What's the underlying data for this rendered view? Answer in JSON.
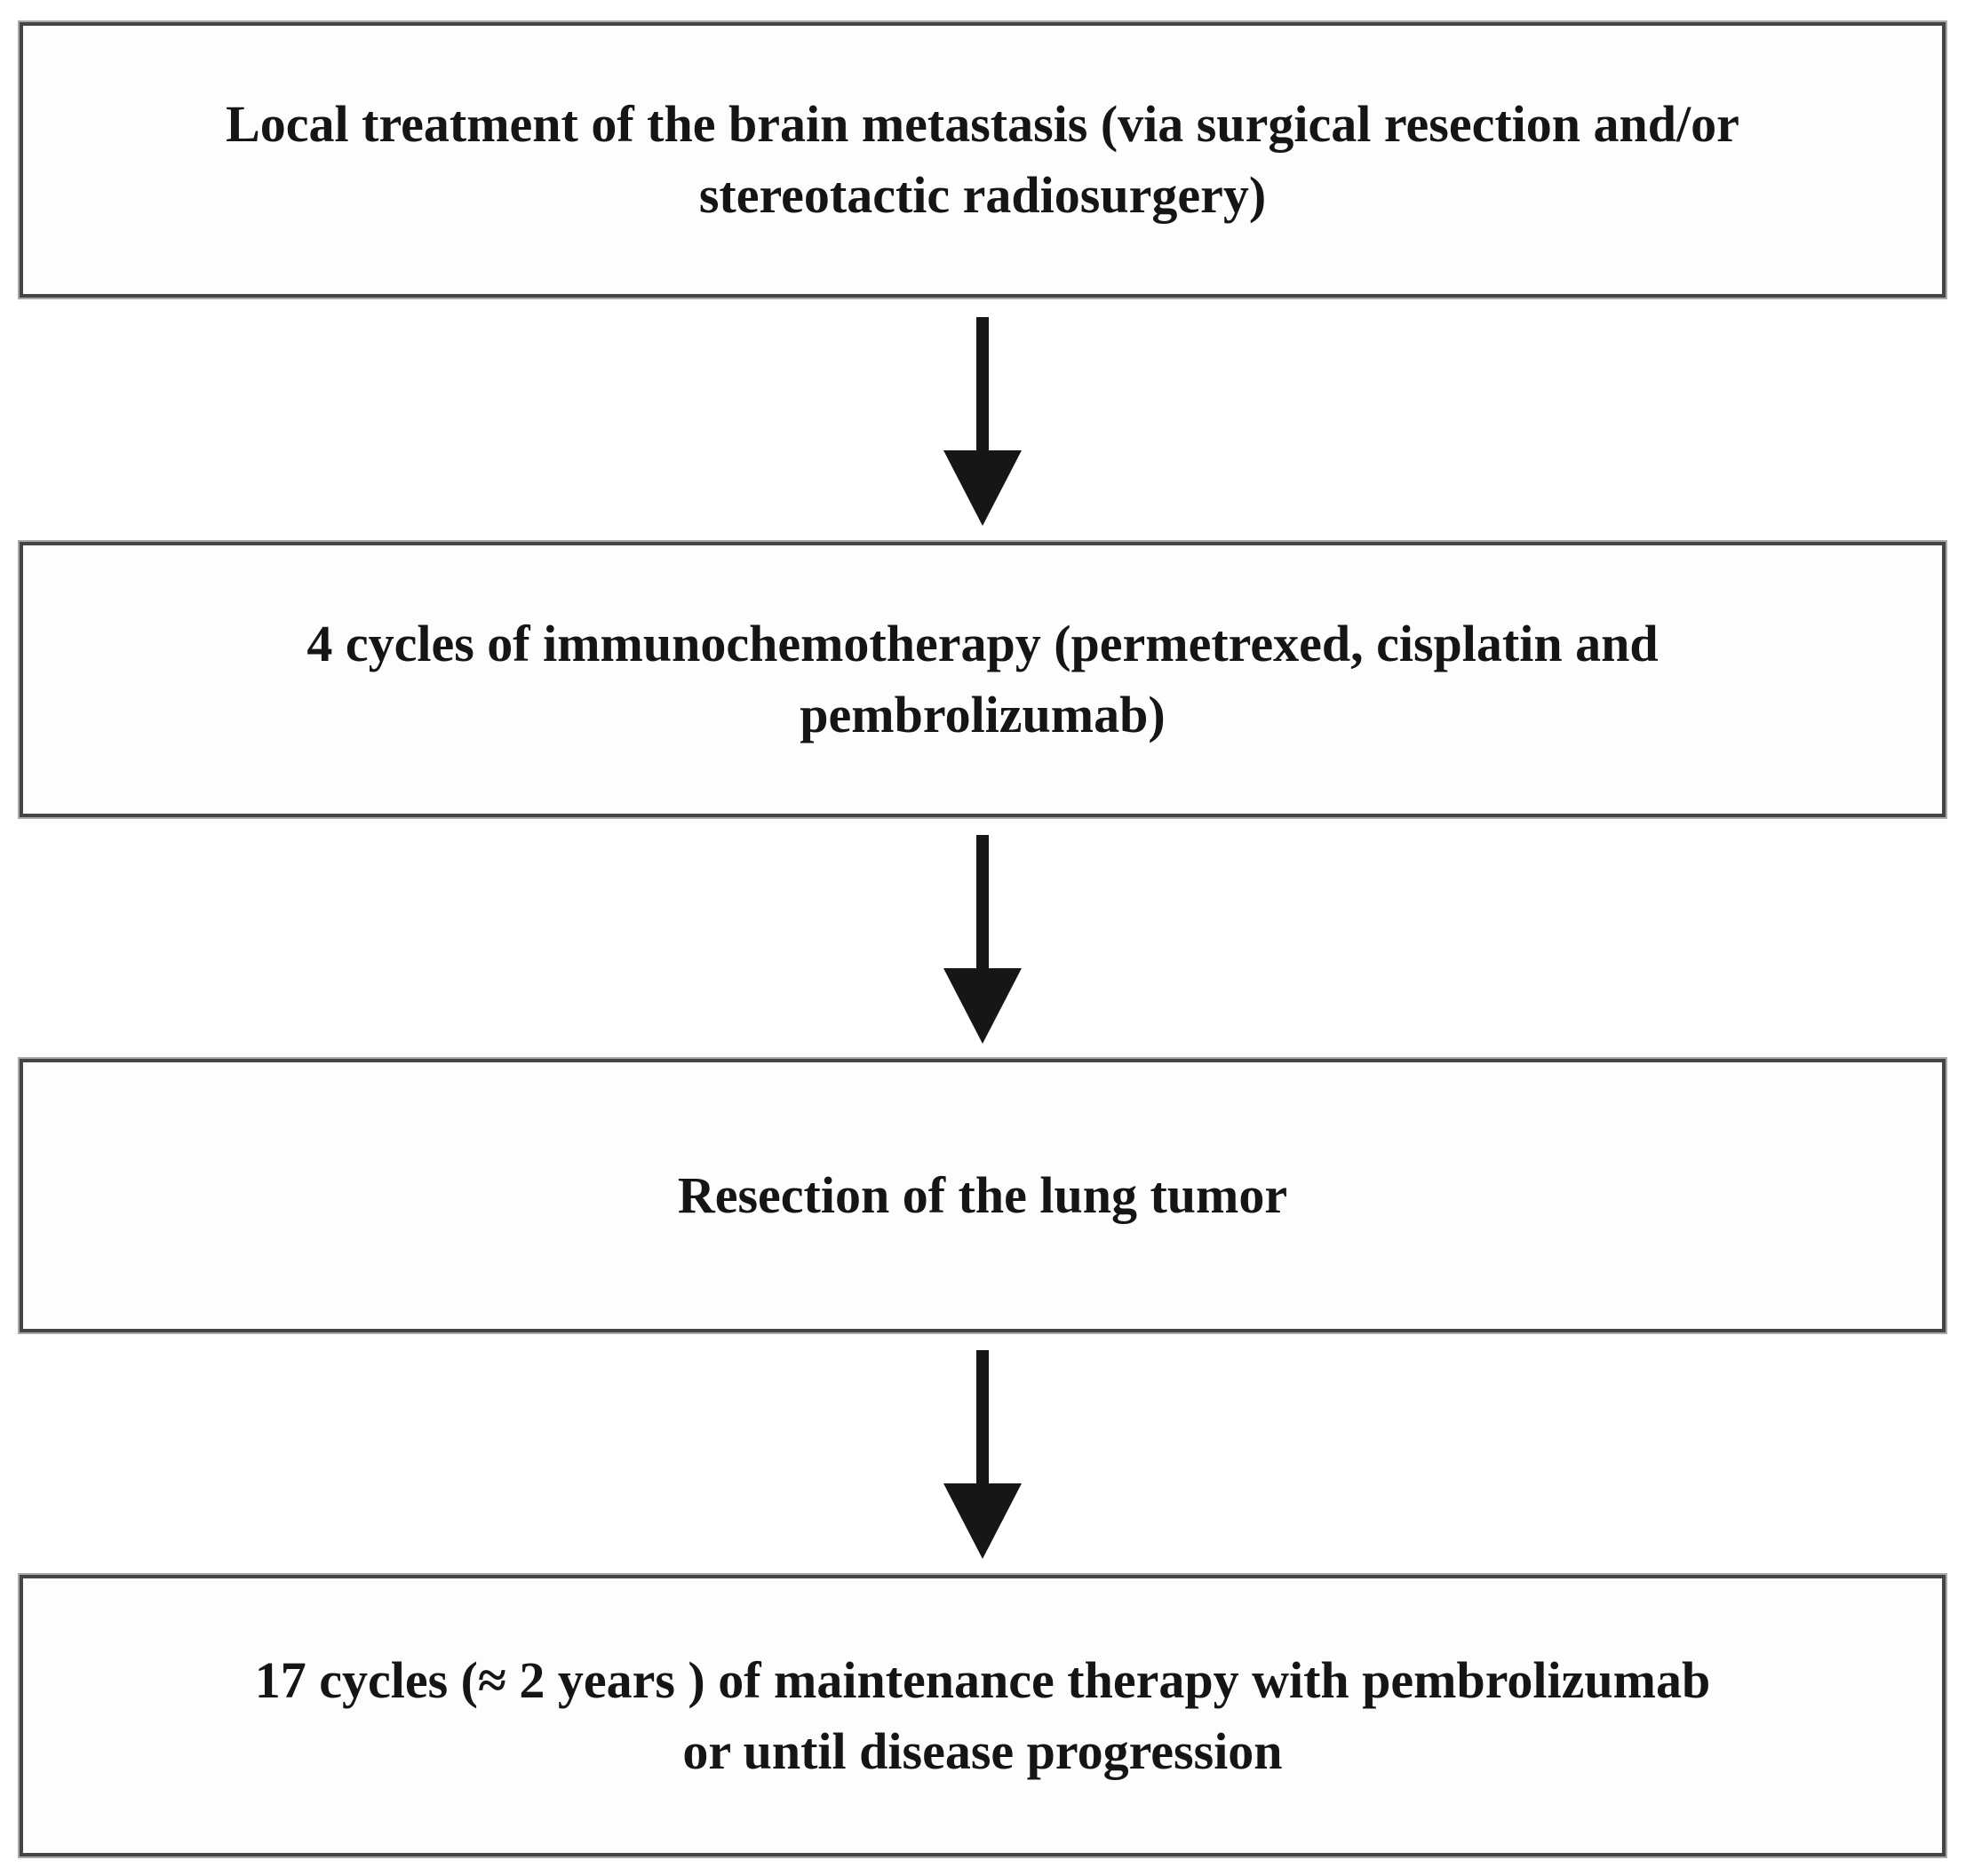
{
  "figure": {
    "type": "flowchart",
    "orientation": "vertical",
    "colors": {
      "background": "#ffffff",
      "box_fill": "#fdfdfd",
      "box_border": "#454545",
      "text": "#151515",
      "arrow": "#161616"
    },
    "steps": [
      {
        "id": "local-treatment",
        "lines": [
          "Local treatment of the brain metastasis (via surgical resection and/or",
          "stereotactic radiosurgery)"
        ],
        "text": "Local treatment of the brain metastasis (via surgical resection and/or stereotactic radiosurgery)"
      },
      {
        "id": "immunochemotherapy",
        "lines": [
          "4 cycles of immunochemotherapy (permetrexed, cisplatin and",
          "pembrolizumab)"
        ],
        "text": "4 cycles of immunochemotherapy (permetrexed, cisplatin and pembrolizumab)"
      },
      {
        "id": "lung-resection",
        "lines": [
          "Resection of the lung tumor"
        ],
        "text": "Resection of the lung tumor"
      },
      {
        "id": "maintenance-therapy",
        "lines": [
          "17 cycles (≈ 2 years ) of maintenance therapy with pembrolizumab",
          "or until disease progression"
        ],
        "text": "17 cycles (≈ 2 years ) of maintenance therapy with pembrolizumab or until disease progression"
      }
    ],
    "connectors": [
      {
        "from": "local-treatment",
        "to": "immunochemotherapy",
        "shape": "down-arrow"
      },
      {
        "from": "immunochemotherapy",
        "to": "lung-resection",
        "shape": "down-arrow"
      },
      {
        "from": "lung-resection",
        "to": "maintenance-therapy",
        "shape": "down-arrow"
      }
    ]
  }
}
